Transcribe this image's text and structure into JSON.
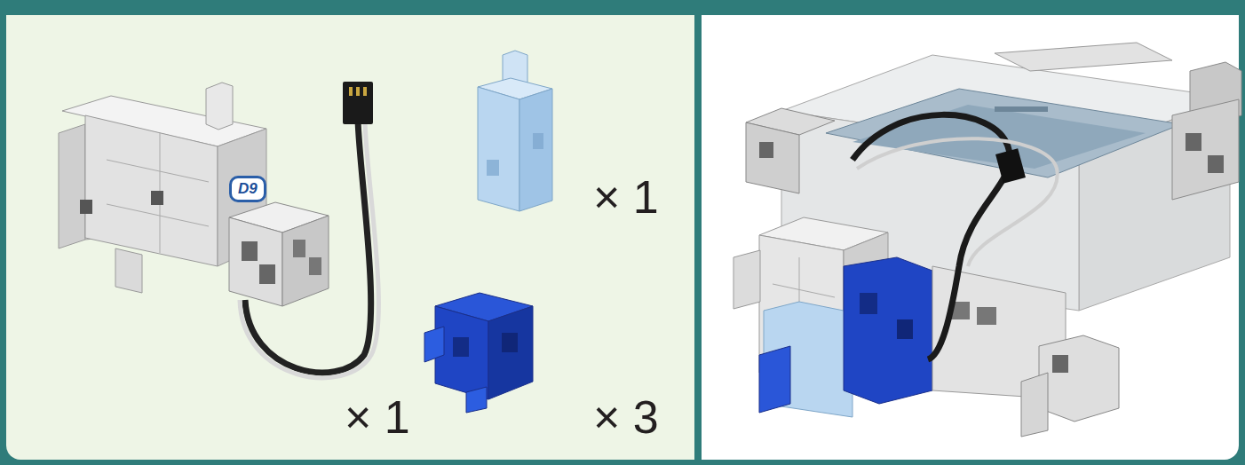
{
  "diagram": {
    "labels": [
      "D9",
      "× 1",
      "× 1",
      "× 3"
    ]
  }
}
